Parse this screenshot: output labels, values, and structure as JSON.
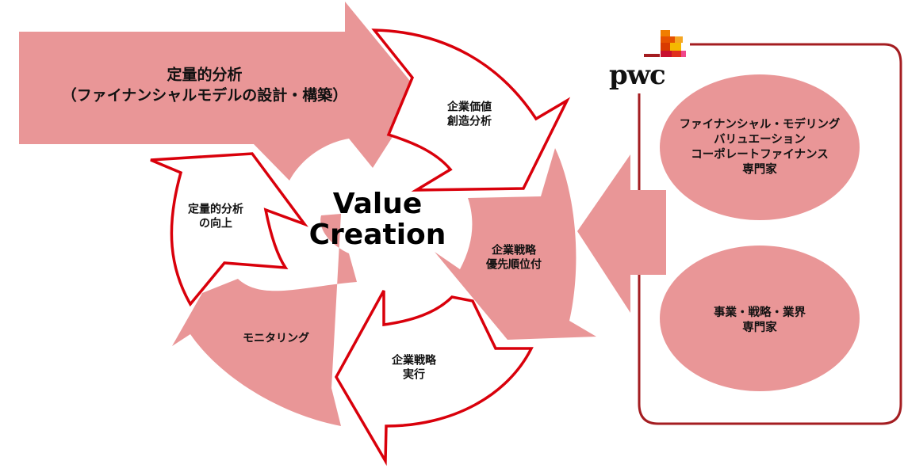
{
  "colors": {
    "arrow_fill": "#e99697",
    "outline_red": "#d9000b",
    "panel_border": "#a41d21",
    "text": "#111111",
    "background": "#ffffff"
  },
  "input_arrow": {
    "line1": "定量的分析",
    "line2": "（ファイナンシャルモデルの設計・構築）"
  },
  "center": {
    "line1": "Value",
    "line2": "Creation"
  },
  "cycle_steps": [
    {
      "id": "value-creation-analysis",
      "style": "outlined",
      "lines": [
        "企業価値",
        "創造分析"
      ]
    },
    {
      "id": "strategy-prioritization",
      "style": "filled",
      "lines": [
        "企業戦略",
        "優先順位付"
      ]
    },
    {
      "id": "strategy-execution",
      "style": "outlined",
      "lines": [
        "企業戦略",
        "実行"
      ]
    },
    {
      "id": "monitoring",
      "style": "filled",
      "lines": [
        "モニタリング"
      ]
    },
    {
      "id": "quant-improvement",
      "style": "outlined",
      "lines": [
        "定量的分析",
        "の向上"
      ]
    }
  ],
  "pwc_panel": {
    "logo_text": "pwc",
    "experts": [
      {
        "lines": [
          "ファイナンシャル・モデリング",
          "バリュエーション",
          "コーポレートファイナンス",
          "専門家"
        ]
      },
      {
        "lines": [
          "事業・戦略・業界",
          "専門家"
        ]
      }
    ]
  }
}
